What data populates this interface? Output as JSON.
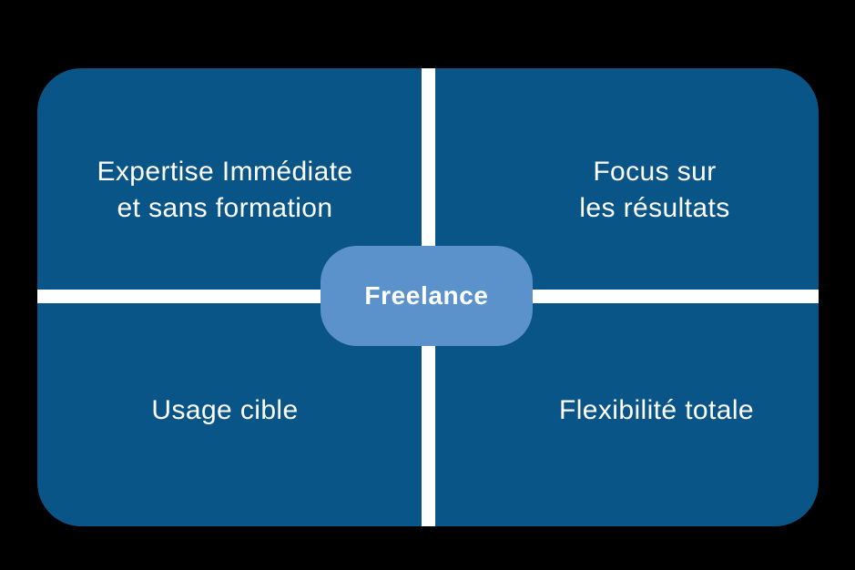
{
  "diagram": {
    "center_label": "Freelance",
    "quadrants": {
      "top_left": {
        "line1": "Expertise Immédiate",
        "line2": "et sans formation"
      },
      "top_right": {
        "line1": "Focus sur",
        "line2": "les résultats"
      },
      "bottom_left": {
        "line1": "Usage cible"
      },
      "bottom_right": {
        "line1": "Flexibilité totale"
      }
    },
    "colors": {
      "background": "#000000",
      "panel": "#0A5588",
      "divider": "#FFFFFF",
      "badge": "#5B92CB",
      "text": "#FFFFFF"
    }
  }
}
